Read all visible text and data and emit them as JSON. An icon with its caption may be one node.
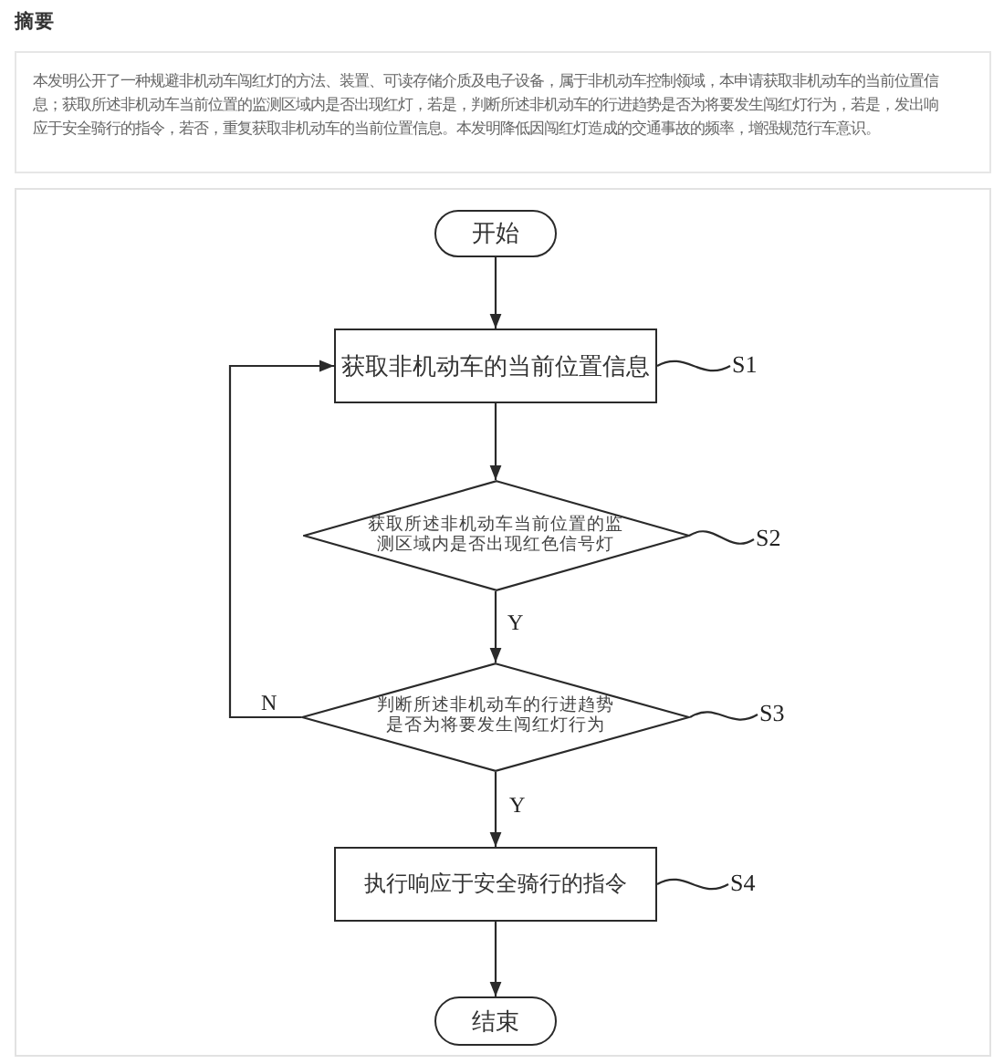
{
  "diagram": {
    "title": "摘要",
    "nodes": [
      {
        "text": [
          "本发明公开了一种规避非机动车闯红灯的方法、装置、可读存储介质及电子设备，属于非机动车控制领域，本申请获取非机动车的当前位置信息；获取所述非机动车当前位置的监测区域内是否出现红灯，若是，判断所述非机动车的行进趋势是否为将要发生闯红灯行为，若是，发出响应于安全骑行的指令，若否，重复获取非机动车的当前位置信息。本发明降低因闯红灯造成的交通事故的频率，增强规范行车意识。"
        ]
      },
      {
        "text": [
          "开始"
        ]
      },
      {
        "text": [
          "获取非机动车的当前位置信息"
        ]
      },
      {
        "text": [
          "S1"
        ]
      },
      {
        "text": [
          "获取所述非机动车当前位置的监测区域内是否出现红色信号灯"
        ]
      },
      {
        "text": [
          "S2"
        ]
      },
      {
        "text": [
          "判断所述非机动车的行进趋势是否为将要发生闯红灯行为"
        ]
      },
      {
        "text": [
          "S3"
        ]
      },
      {
        "text": [
          "执行响应于安全骑行的指令"
        ]
      },
      {
        "text": [
          "S4"
        ]
      },
      {
        "text": [
          "结束"
        ]
      }
    ],
    "edges": [
      {
        "from": 1,
        "to": 2,
        "arrow": "to"
      },
      {
        "from": 2,
        "to": 4,
        "arrow": "to"
      },
      {
        "from": 4,
        "to": 6,
        "arrow": "to",
        "label": "Y"
      },
      {
        "from": 6,
        "to": 8,
        "arrow": "to",
        "label": "Y"
      },
      {
        "from": 8,
        "to": 10,
        "arrow": "to"
      },
      {
        "from": 6,
        "to": 2,
        "arrow": "to",
        "label": "N"
      },
      {
        "from": 3,
        "to": 2,
        "arrow": "none"
      },
      {
        "from": 5,
        "to": 4,
        "arrow": "none"
      },
      {
        "from": 7,
        "to": 6,
        "arrow": "none"
      },
      {
        "from": 9,
        "to": 8,
        "arrow": "none"
      }
    ]
  }
}
